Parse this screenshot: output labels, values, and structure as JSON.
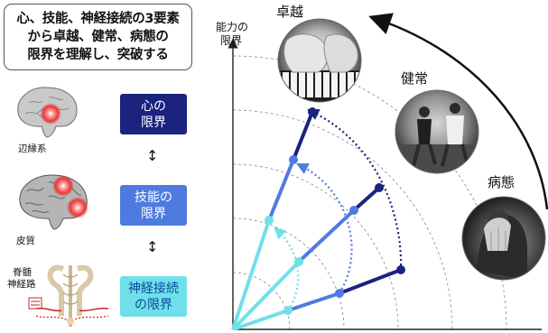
{
  "title_lines": [
    "心、技能、神経接続の3要素",
    "から卓越、健常、病態の",
    "限界を理解し、突破する"
  ],
  "limits": [
    {
      "line1": "心の",
      "line2": "限界",
      "color": "#1a237e",
      "text_color": "#ffffff"
    },
    {
      "line1": "技能の",
      "line2": "限界",
      "color": "#4f7be0",
      "text_color": "#ffffff"
    },
    {
      "line1": "神経接続",
      "line2": "の限界",
      "color": "#6fe0ea",
      "text_color": "#0d47a1"
    }
  ],
  "updown_arrow": "↕",
  "region_labels": {
    "limbic": "辺縁系",
    "cortex": "皮質",
    "spinal_line1": "脊髄",
    "spinal_line2": "神経路"
  },
  "axis_label_line1": "能力の",
  "axis_label_line2": "限界",
  "zone_labels": {
    "excellence": "卓越",
    "healthy": "健常",
    "pathology": "病態"
  },
  "icons": [
    "brain-limbic-icon",
    "brain-cortex-icon",
    "spinal-pathway-icon",
    "piano-hands-photo",
    "runners-photo",
    "head-in-hands-photo"
  ],
  "colors": {
    "dark_navy": "#1a237e",
    "mid_blue": "#4f7be0",
    "light_cyan": "#6fe0ea",
    "highlight_red": "#e53935"
  }
}
